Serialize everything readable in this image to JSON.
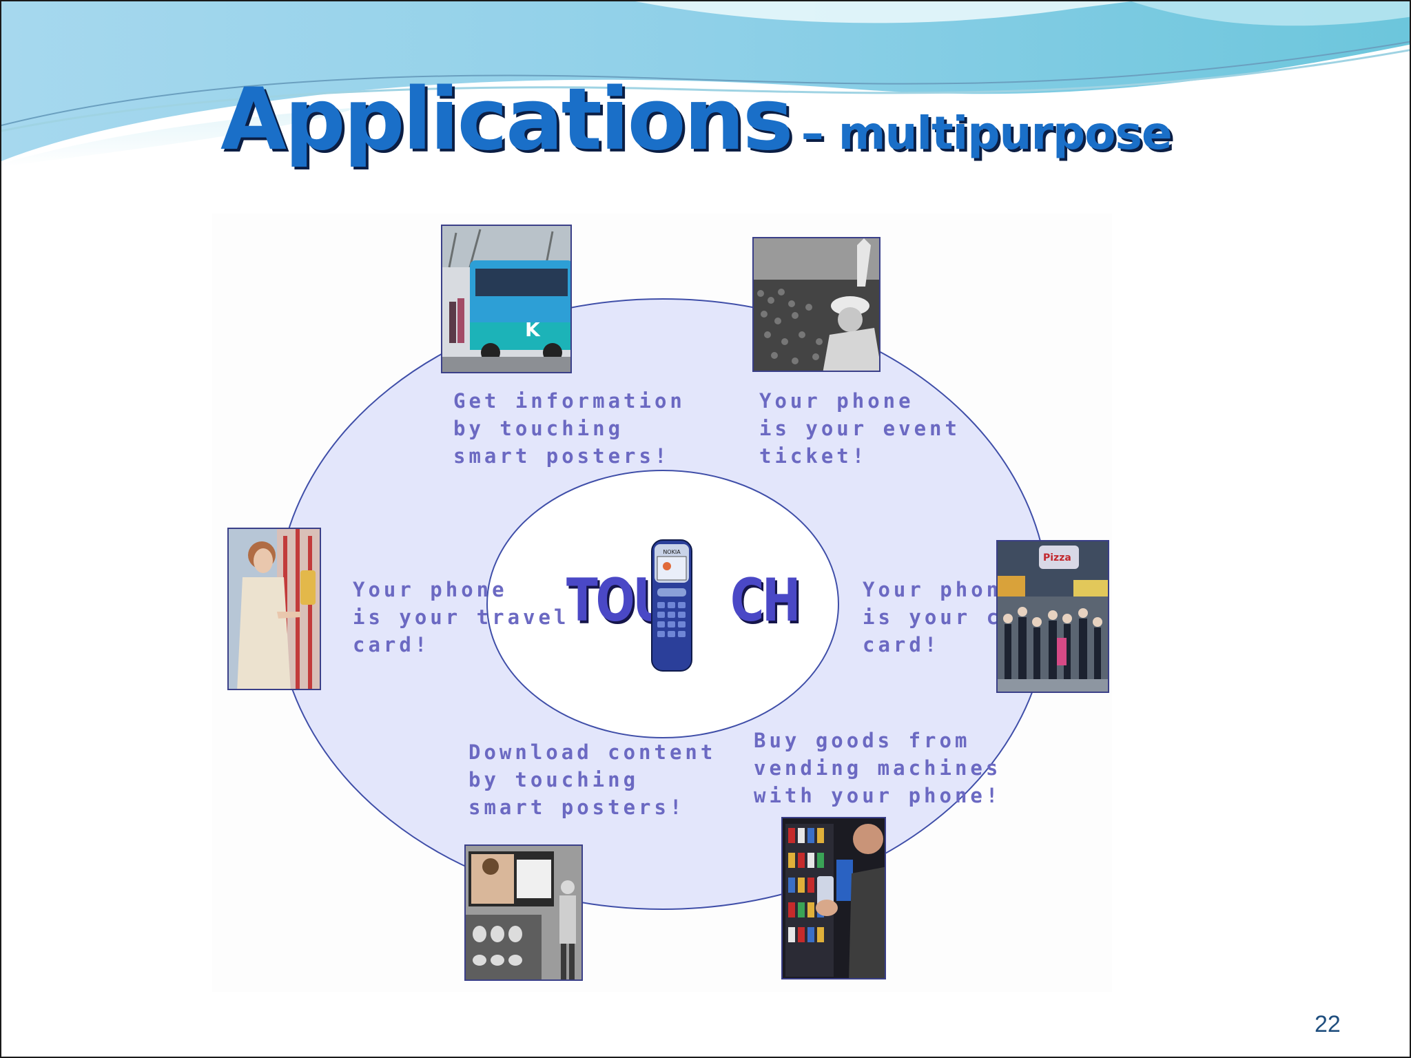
{
  "slide": {
    "title_main": "Applications",
    "title_sub": "– multipurpose",
    "page_number": "22"
  },
  "diagram": {
    "center": {
      "word_left": "TOU",
      "word_right": "CH",
      "phone_brand": "NOKIA"
    },
    "captions": {
      "top_left": "Get information\nby touching\nsmart posters!",
      "top_right": "Your phone\nis your event\nticket!",
      "mid_left": "Your phone\nis your travel\ncard!",
      "mid_right": "Your phone\nis your cred\ncard!",
      "bottom_left": "Download content\nby touching\nsmart posters!",
      "bottom_right": "Buy goods from\nvending machines\nwith your phone!"
    },
    "photos": [
      {
        "subject": "bus",
        "label": "bus-photo"
      },
      {
        "subject": "stadium-crowd",
        "label": "event-crowd-photo"
      },
      {
        "subject": "woman-on-tram",
        "label": "tram-passenger-photo"
      },
      {
        "subject": "city-street-crowd",
        "label": "street-shopping-photo"
      },
      {
        "subject": "smart-poster-display",
        "label": "poster-display-photo"
      },
      {
        "subject": "vending-machine",
        "label": "vending-machine-photo"
      }
    ]
  },
  "colors": {
    "title": "#1a6fc8",
    "title_shadow": "#0b1e44",
    "caption": "#6b69c2",
    "outer_ring_fill": "#e3e6fb",
    "ring_stroke": "#3f4ea8",
    "touch_text": "#4a48c6",
    "page_number": "#1f4e7e"
  }
}
